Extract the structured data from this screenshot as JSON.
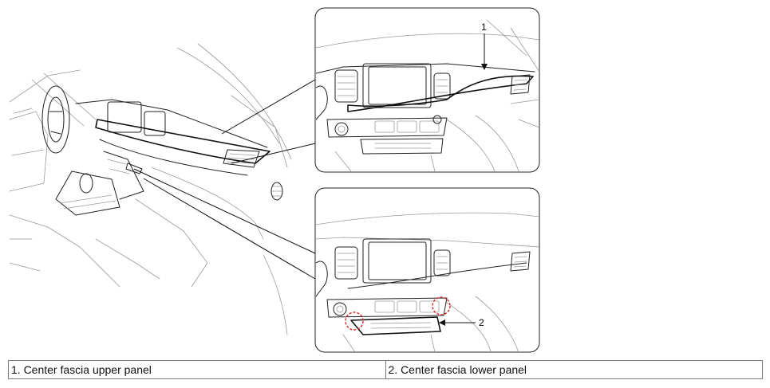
{
  "callouts": [
    {
      "number": "1"
    },
    {
      "number": "2"
    }
  ],
  "legend": [
    {
      "text": "1. Center fascia upper panel"
    },
    {
      "text": "2. Center fascia lower panel"
    }
  ],
  "colors": {
    "line": "#222222",
    "detail_line": "#9a9a9a",
    "highlight_circle": "#dd2222",
    "background": "#ffffff"
  }
}
